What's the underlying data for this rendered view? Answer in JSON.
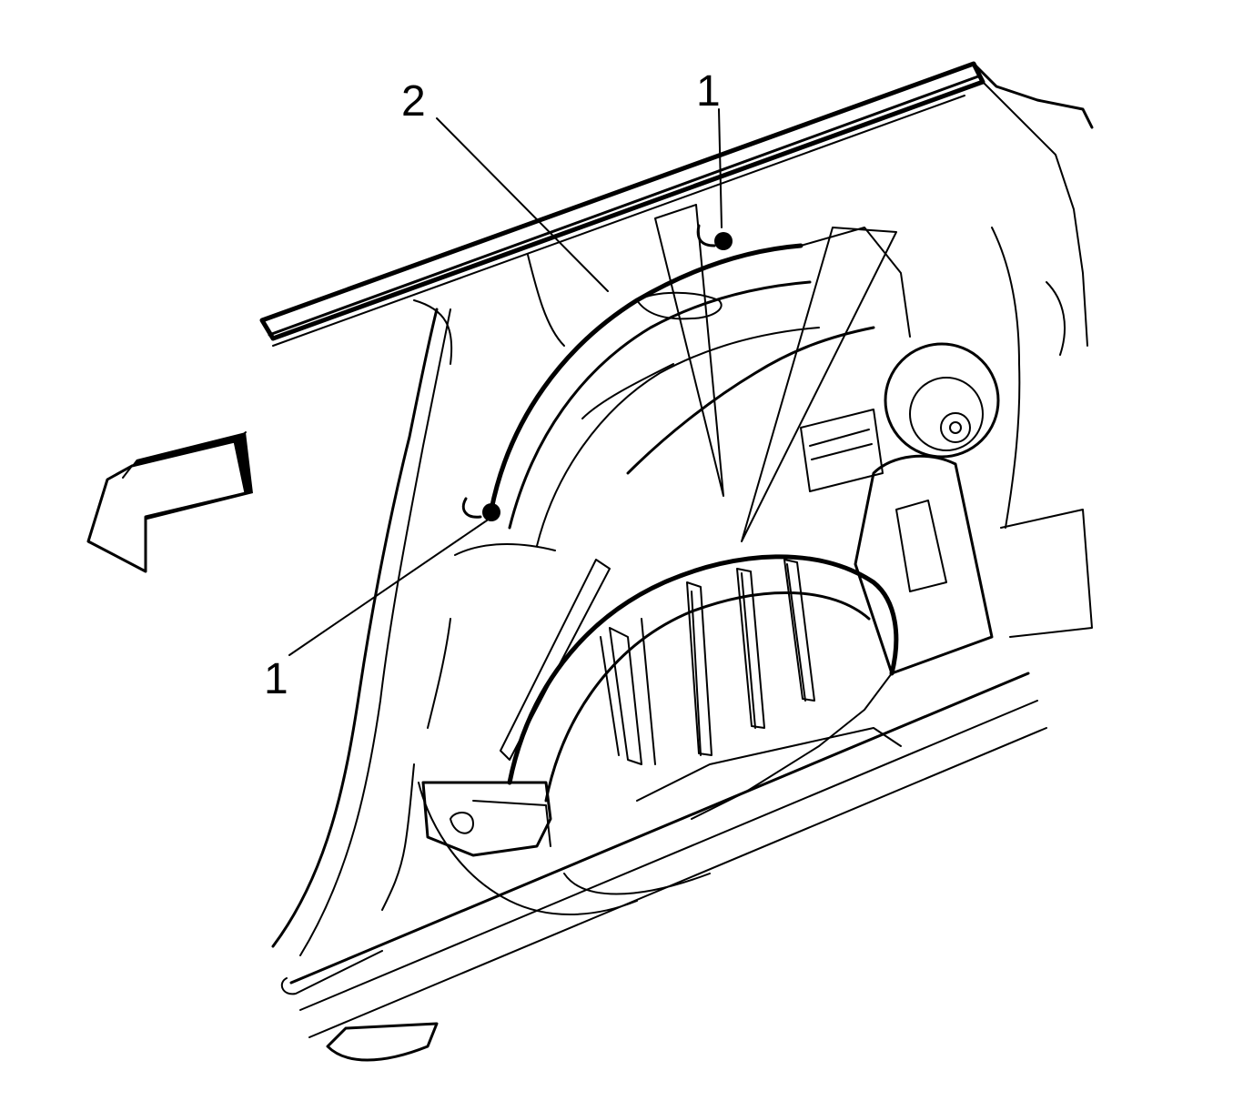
{
  "diagram": {
    "callouts": [
      {
        "id": "callout-1-top",
        "label": "1"
      },
      {
        "id": "callout-2",
        "label": "2"
      },
      {
        "id": "callout-1-bottom",
        "label": "1"
      }
    ],
    "direction_arrow": {
      "icon": "direction-arrow-icon",
      "points_to": "front-left"
    }
  }
}
